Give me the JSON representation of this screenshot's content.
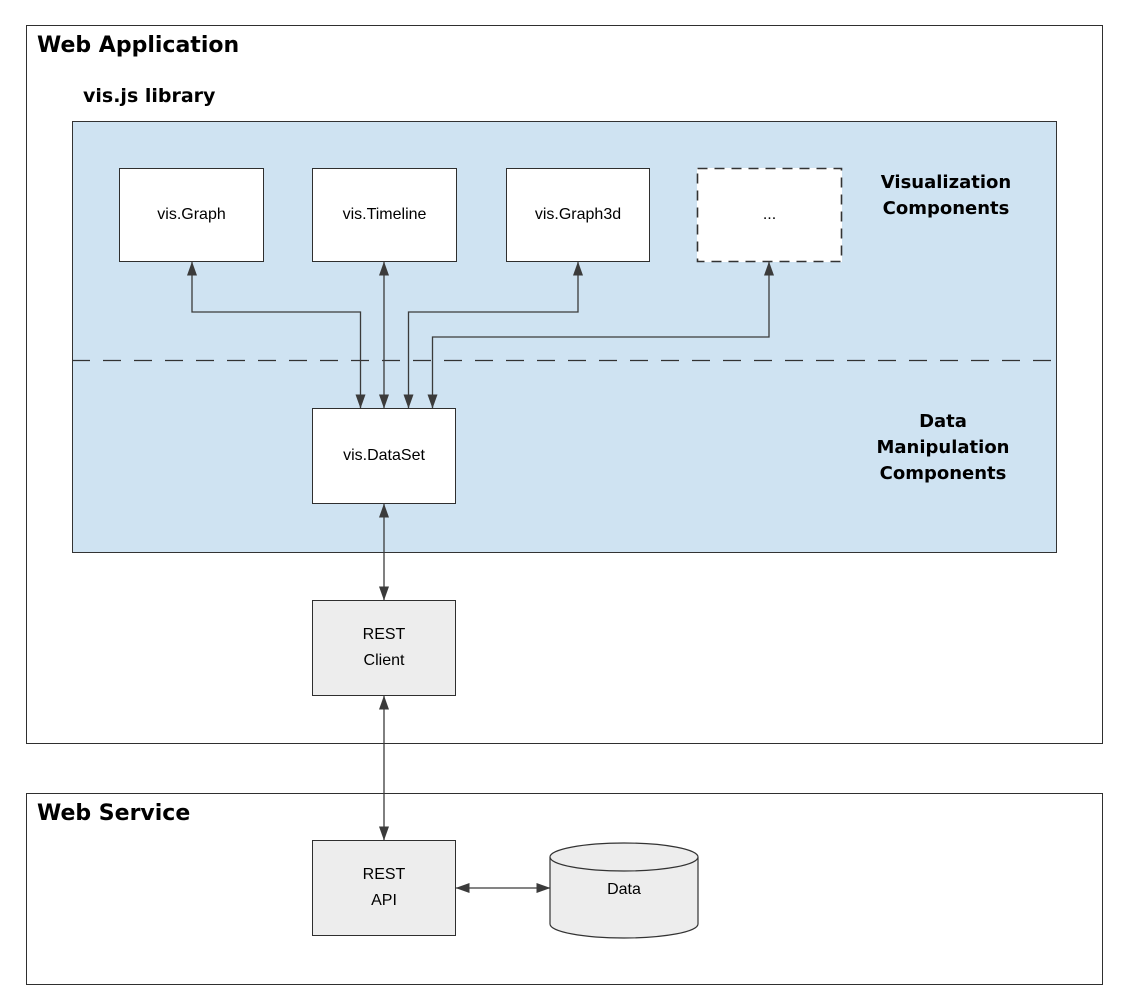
{
  "titles": {
    "web_application": "Web Application",
    "vis_js_library": "vis.js library",
    "web_service": "Web Service"
  },
  "section_labels": {
    "visualization_components": "Visualization\nComponents",
    "data_manipulation_components": "Data\nManipulation\nComponents"
  },
  "nodes": {
    "vis_graph": "vis.Graph",
    "vis_timeline": "vis.Timeline",
    "vis_graph3d": "vis.Graph3d",
    "more_components": "...",
    "vis_dataset": "vis.DataSet",
    "rest_client": "REST\nClient",
    "rest_api": "REST\nAPI",
    "data_store": "Data"
  },
  "edges": [
    {
      "from": "vis.DataSet",
      "to": "vis.Graph",
      "bidirectional": true
    },
    {
      "from": "vis.DataSet",
      "to": "vis.Timeline",
      "bidirectional": true
    },
    {
      "from": "vis.DataSet",
      "to": "vis.Graph3d",
      "bidirectional": true
    },
    {
      "from": "vis.DataSet",
      "to": "...",
      "bidirectional": true
    },
    {
      "from": "REST Client",
      "to": "vis.DataSet",
      "bidirectional": true
    },
    {
      "from": "REST API",
      "to": "REST Client",
      "bidirectional": true
    },
    {
      "from": "REST API",
      "to": "Data",
      "bidirectional": true
    }
  ],
  "colors": {
    "library_fill": "#cfe3f2",
    "node_fill_white": "#ffffff",
    "node_fill_gray": "#ededed",
    "border": "#2f2f2f",
    "connector": "#3b3b3b",
    "text": "#000000"
  }
}
